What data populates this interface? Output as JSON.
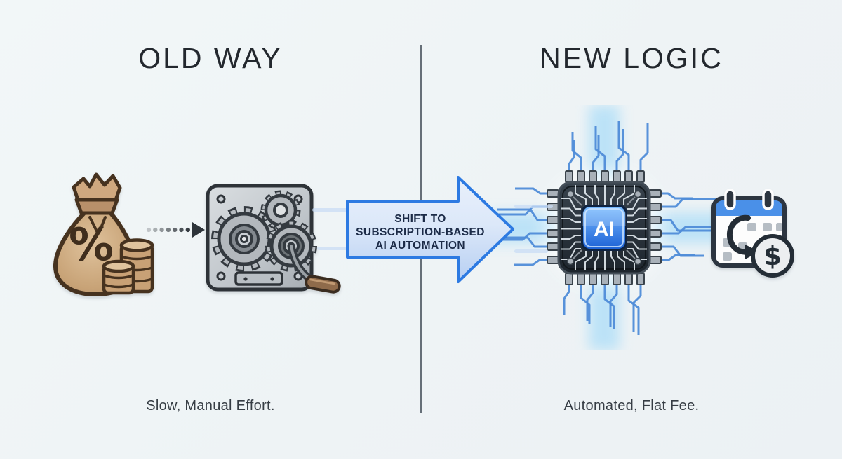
{
  "layout_type": "comparison-infographic",
  "background_color": "#eef3f5",
  "divider_color": "#57616a",
  "left_panel": {
    "title": "OLD WAY",
    "caption": "Slow, Manual Effort.",
    "money_bag_symbol": "%",
    "icon_names": [
      "money-bag-icon",
      "coin-stacks-icon",
      "dotted-arrow-icon",
      "gear-machine-icon",
      "crank-handle-icon"
    ]
  },
  "transition": {
    "arrow_label_lines": [
      "SHIFT TO",
      "SUBSCRIPTION-BASED",
      "AI AUTOMATION"
    ],
    "arrow_border_color": "#2d7ae2",
    "arrow_fill_color": "#c3d6f4",
    "arrow_text_color": "#1c2b47"
  },
  "right_panel": {
    "title": "NEW LOGIC",
    "caption": "Automated, Flat Fee.",
    "chip_label": "AI",
    "currency_symbol": "$",
    "icon_names": [
      "ai-chip-icon",
      "circuit-traces-icon",
      "calendar-icon",
      "recurring-arrow-icon",
      "dollar-coin-icon"
    ]
  },
  "palette": {
    "title_color": "#23282e",
    "caption_color": "#363d44",
    "chip_blue": "#1e66d8",
    "trace_blue": "#4f8cd8",
    "bag_tan": "#c8a176",
    "bag_outline": "#46321f",
    "metal_gray": "#b3b8bd",
    "calendar_blue": "#4a90e8"
  }
}
